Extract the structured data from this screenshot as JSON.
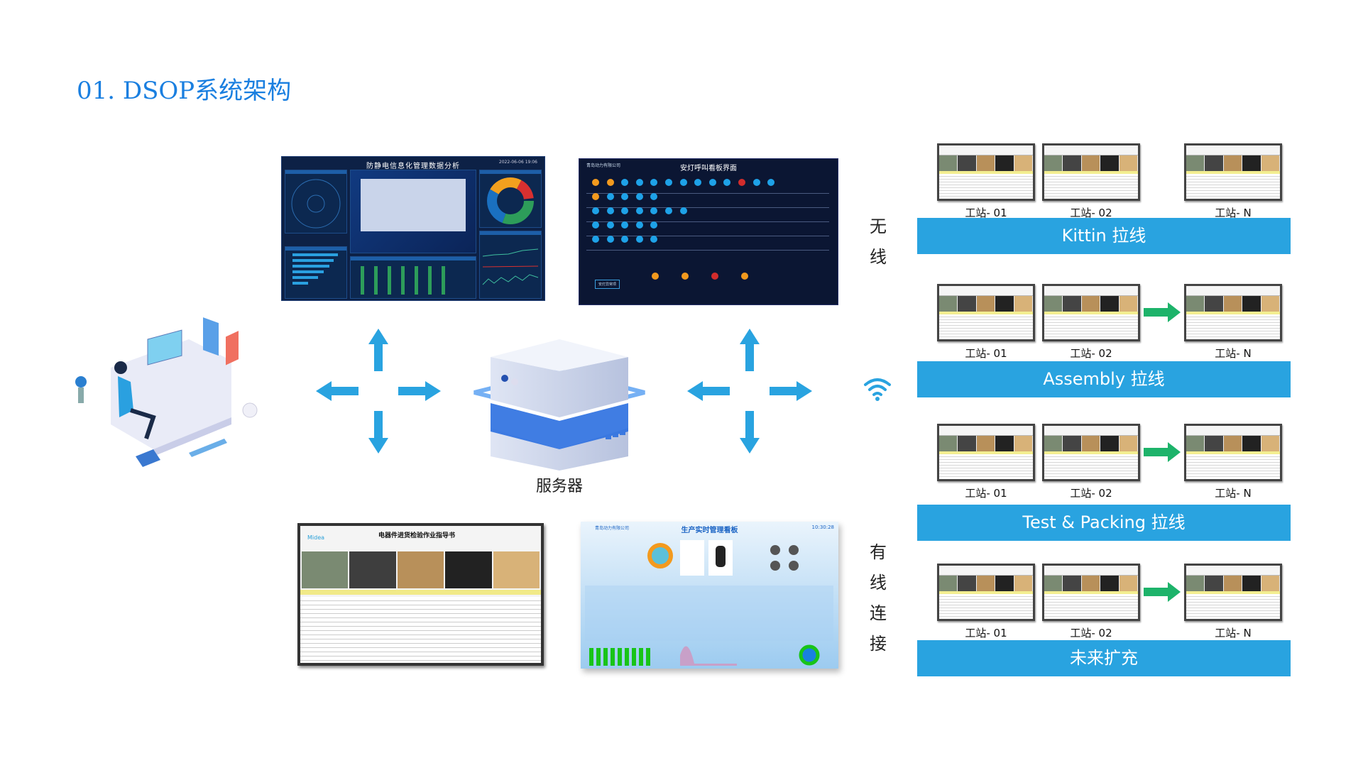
{
  "title": "01. DSOP系统架构",
  "dashboards": {
    "esd": {
      "title": "防静电信息化管理数据分析",
      "time": "2022-06-06  19:06"
    },
    "andon": {
      "title": "安灯呼叫看板界面",
      "company": "青岛动力有限公司",
      "button": "安灯异常项"
    },
    "sop_doc": {
      "title": "电器件进货检验作业指导书",
      "brand": "Midea"
    },
    "production": {
      "title": "生产实时管理看板",
      "company": "青岛动力有限公司",
      "time": "10:30:28"
    }
  },
  "server_label": "服务器",
  "wireless_label": [
    "无",
    "线"
  ],
  "wired_label": [
    "有",
    "线",
    "连",
    "接"
  ],
  "colors": {
    "accent": "#29a3e0",
    "title": "#1a7fe0",
    "green_arrow": "#1db36a"
  },
  "lines": [
    {
      "name": "Kittin 拉线",
      "stations": [
        "工站- 01",
        "工站- 02",
        "工站- N"
      ],
      "flow_arrow": false
    },
    {
      "name": "Assembly 拉线",
      "stations": [
        "工站- 01",
        "工站- 02",
        "工站- N"
      ],
      "flow_arrow": true
    },
    {
      "name": "Test & Packing 拉线",
      "stations": [
        "工站- 01",
        "工站- 02",
        "工站- N"
      ],
      "flow_arrow": true
    },
    {
      "name": "未来扩充",
      "stations": [
        "工站- 01",
        "工站- 02",
        "工站- N"
      ],
      "flow_arrow": true
    }
  ]
}
